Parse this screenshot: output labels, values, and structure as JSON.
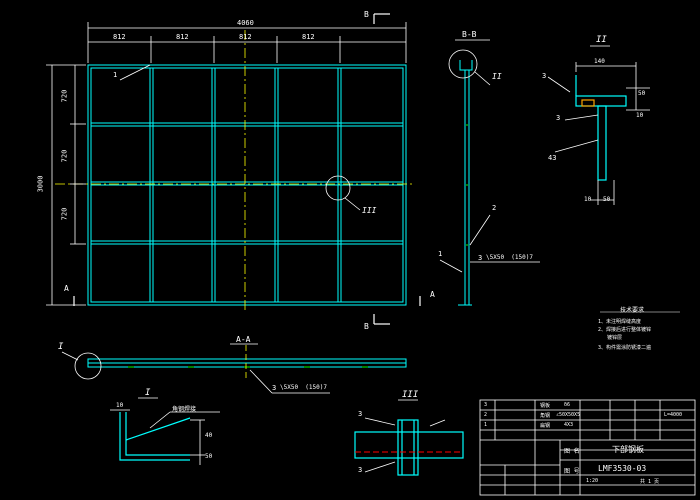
{
  "colors": {
    "background": "#000000",
    "cyan": "#00ffff",
    "white": "#ffffff",
    "yellow": "#ffff00",
    "green": "#00ff00",
    "red": "#ff0000",
    "orange": "#ffa500"
  },
  "plan": {
    "width_label": "4060",
    "height_label": "3000",
    "col_labels": [
      "812",
      "812",
      "812",
      "812"
    ],
    "row_labels": [
      "720",
      "720",
      "720"
    ],
    "section_a": "A",
    "section_b": "B",
    "callout_1": "1",
    "callout_III": "III"
  },
  "section_bb": {
    "title": "B-B",
    "callout_II": "II",
    "callout_2": "2",
    "callout_1": "1",
    "weld_3": "3",
    "weld_spec": "\\5X50  (150)7"
  },
  "detail_II": {
    "title": "II",
    "dim_top": "140",
    "dim_50": "50",
    "dim_10": "10",
    "dim_bottom_10": "10",
    "dim_bottom_50": "50",
    "label_3a": "3",
    "label_3b": "3",
    "label_43": "43"
  },
  "section_aa": {
    "title": "A-A",
    "callout_I": "I",
    "weld_3": "3",
    "weld_spec": "\\5X50  (150)7"
  },
  "detail_I": {
    "title": "I",
    "dim_10": "10",
    "note": "角钢焊接",
    "dim_40": "40",
    "dim_50": "50"
  },
  "detail_III": {
    "title": "III",
    "weld_3a": "3",
    "weld_3b": "3"
  },
  "notes": {
    "title": "技术要求",
    "lines": [
      "1、未注明焊缝高度",
      "2、焊接后进行整体镀锌",
      "   镀锌层",
      "3、构件需涂防锈漆二遍"
    ]
  },
  "title_block": {
    "drawing_name": "下部钢板",
    "drawing_number": "LMF3530-03",
    "rows": [
      [
        "3",
        "钢板",
        "δ6"
      ],
      [
        "2",
        "角钢",
        "∠50X50X5"
      ],
      [
        "1",
        "扁钢",
        "4X3"
      ]
    ],
    "col_a": [
      "1",
      "2"
    ],
    "col_b": [
      "L=4000"
    ],
    "small_label_1": "图 名",
    "small_label_2": "图 号",
    "scale": "1:20",
    "sheet": "共 1 页"
  }
}
